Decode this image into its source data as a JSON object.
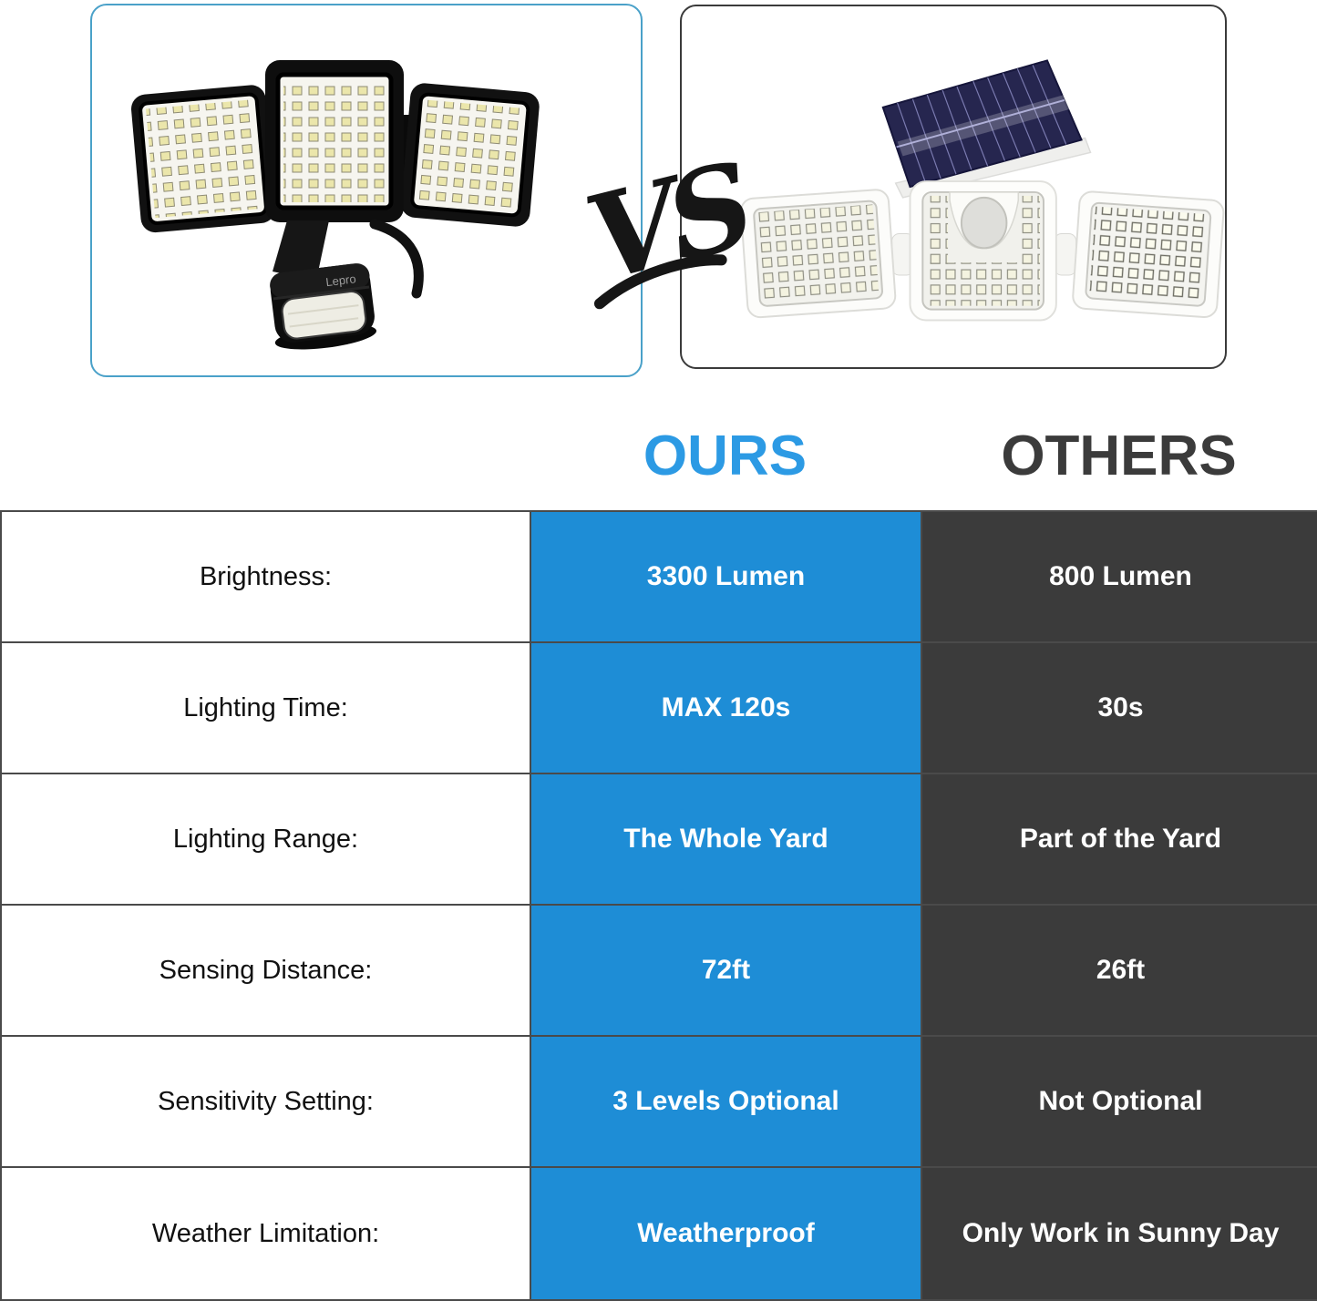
{
  "vs_label": "VS",
  "products": {
    "ours": {
      "brand_label": "Lepro",
      "alt": "Black 3-head LED security flood light with motion sensor",
      "border_color": "#4AA1C9"
    },
    "others": {
      "alt": "White solar-powered 3-head LED light with solar panel",
      "border_color": "#3A3A3A"
    }
  },
  "headers": {
    "ours": "OURS",
    "others": "OTHERS"
  },
  "comparison_table": {
    "rows": [
      {
        "label": "Brightness:",
        "ours": "3300 Lumen",
        "others": "800 Lumen"
      },
      {
        "label": "Lighting Time:",
        "ours": "MAX 120s",
        "others": "30s"
      },
      {
        "label": "Lighting Range:",
        "ours": "The Whole Yard",
        "others": "Part of the Yard"
      },
      {
        "label": "Sensing Distance:",
        "ours": "72ft",
        "others": "26ft"
      },
      {
        "label": "Sensitivity Setting:",
        "ours": "3 Levels Optional",
        "others": "Not Optional"
      },
      {
        "label": "Weather Limitation:",
        "ours": "Weatherproof",
        "others": "Only Work in Sunny Day"
      }
    ],
    "colors": {
      "ours_cell_bg": "#1E8DD6",
      "others_cell_bg": "#3B3B3B",
      "label_cell_bg": "#FFFFFF",
      "grid_line": "#4A4A4A",
      "value_text": "#FFFFFF",
      "label_text": "#111111",
      "ours_header_text": "#2C9AE4",
      "others_header_text": "#3B3B3B"
    }
  }
}
